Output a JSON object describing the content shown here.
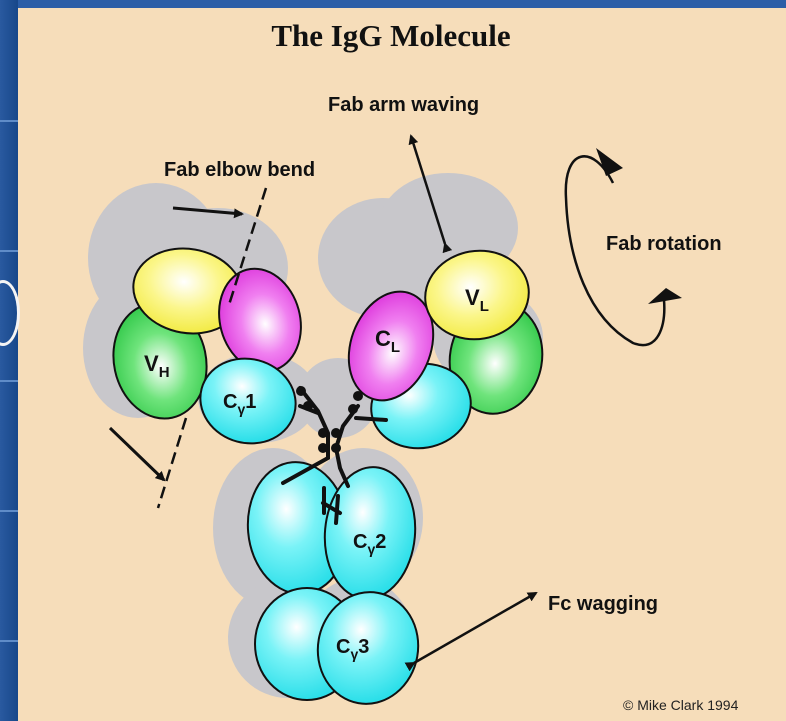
{
  "title": "The IgG Molecule",
  "motions": {
    "fab_arm_waving": "Fab arm waving",
    "fab_elbow_bend": "Fab elbow bend",
    "fab_rotation": "Fab rotation",
    "fc_wagging": "Fc wagging"
  },
  "domains": {
    "vh_main": "V",
    "vh_sub": "H",
    "vl_main": "V",
    "vl_sub": "L",
    "cl_main": "C",
    "cl_sub": "L",
    "cg1_main": "C",
    "cg1_sub": "γ",
    "cg1_num": "1",
    "cg2_main": "C",
    "cg2_sub": "γ",
    "cg2_num": "2",
    "cg3_main": "C",
    "cg3_sub": "γ",
    "cg3_num": "3"
  },
  "credit": "© Mike Clark 1994",
  "colors": {
    "background": "#f6ddba",
    "frame": "#16427e",
    "shadow": "#c8c7cb",
    "variable_heavy": "#2fd54a",
    "variable_light": "#f7f04a",
    "constant_light": "#e23fe0",
    "constant_heavy": "#33e5ee"
  }
}
